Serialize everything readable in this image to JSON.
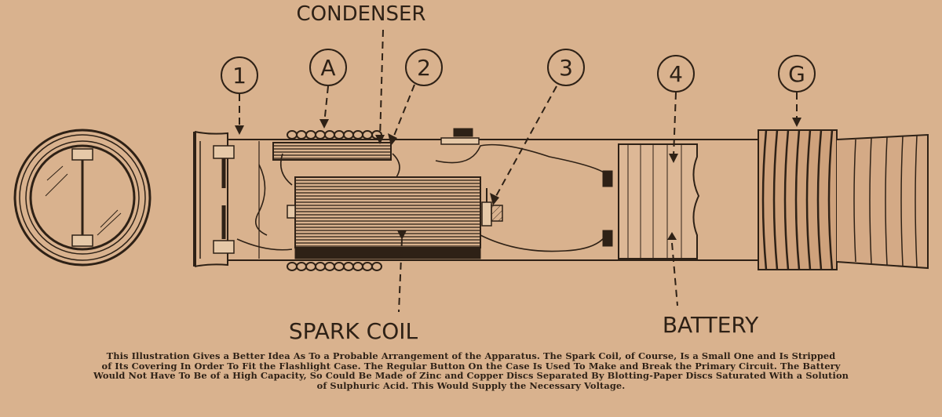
{
  "labels": {
    "condenser": "CONDENSER",
    "spark_coil": "SPARK COIL",
    "battery": "BATTERY"
  },
  "callouts": {
    "one": "1",
    "a": "A",
    "two": "2",
    "three": "3",
    "four": "4",
    "g": "G"
  },
  "caption": {
    "line1": "This Illustration Gives a Better Idea As To a Probable Arrangement of the Apparatus. The Spark Coil, of Course, Is a Small One and Is Stripped",
    "line2": "of Its Covering In Order To Fit the Flashlight Case. The Regular Button On the Case Is Used To Make and Break the Primary Circuit. The Battery",
    "line3": "Would Not Have To Be of a High Capacity, So Could Be Made of Zinc and Copper Discs Separated By Blotting-Paper Discs Saturated With a Solution",
    "line4": "of Sulphuric Acid. This Would Supply the Necessary Voltage."
  },
  "colors": {
    "paper": "#d9b28e",
    "ink": "#2e2116"
  }
}
